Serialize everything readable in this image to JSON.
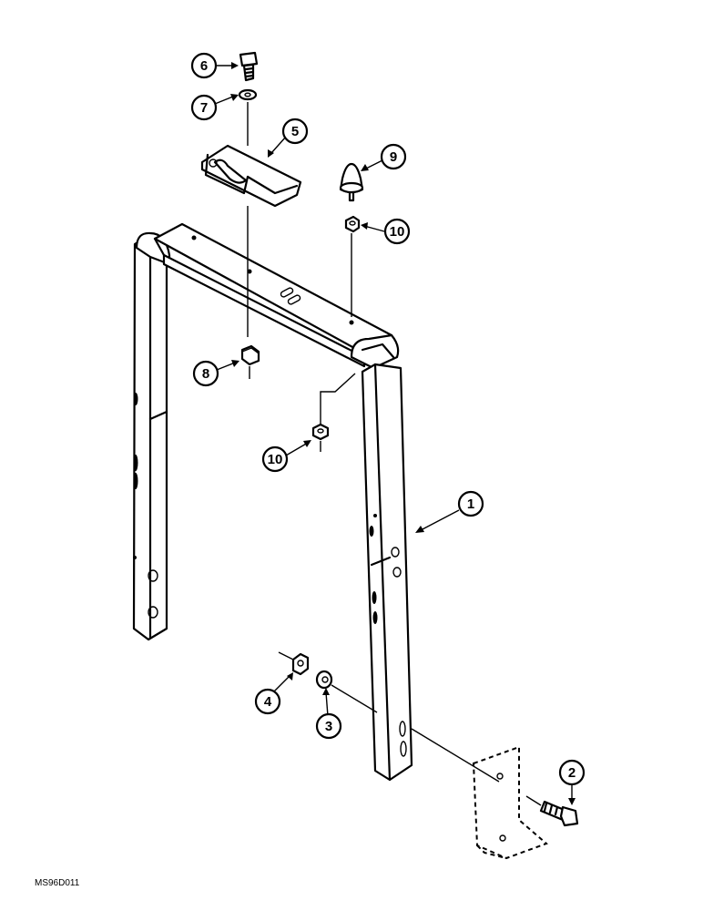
{
  "callouts": [
    {
      "id": "c1",
      "label": "1"
    },
    {
      "id": "c2",
      "label": "2"
    },
    {
      "id": "c3",
      "label": "3"
    },
    {
      "id": "c4",
      "label": "4"
    },
    {
      "id": "c5",
      "label": "5"
    },
    {
      "id": "c6",
      "label": "6"
    },
    {
      "id": "c7",
      "label": "7"
    },
    {
      "id": "c8",
      "label": "8"
    },
    {
      "id": "c9",
      "label": "9"
    },
    {
      "id": "c10a",
      "label": "10"
    },
    {
      "id": "c10b",
      "label": "10"
    }
  ],
  "figure_ref": "MS96D011"
}
